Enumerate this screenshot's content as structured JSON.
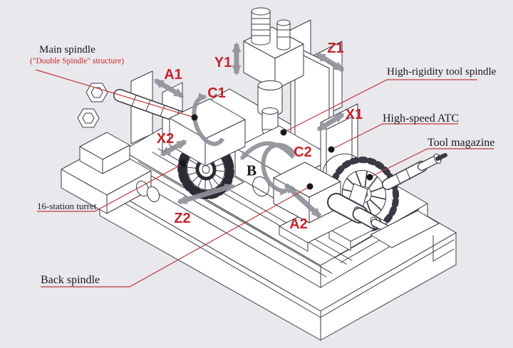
{
  "colors": {
    "background": "#e9e9ed",
    "label_red": "#c5242b",
    "leader_red": "#c0373d",
    "arrow_gray": "#90909a",
    "line_dark": "#3a3a44",
    "text_black": "#17171d"
  },
  "axis_labels": {
    "a1": "A1",
    "y1": "Y1",
    "z1": "Z1",
    "c1": "C1",
    "x1": "X1",
    "c2": "C2",
    "x2": "X2",
    "z2": "Z2",
    "a2": "A2",
    "b": "B"
  },
  "callouts": {
    "main_spindle": {
      "label": "Main spindle",
      "sublabel": "(\"Double Spindle\" structure)"
    },
    "tool_spindle": {
      "label": "High-rigidity tool spindle"
    },
    "atc": {
      "label": "High-speed ATC"
    },
    "tool_magazine": {
      "label": "Tool magazine"
    },
    "turret": {
      "label": "16-station turret"
    },
    "back_spindle": {
      "label": "Back spindle"
    }
  }
}
